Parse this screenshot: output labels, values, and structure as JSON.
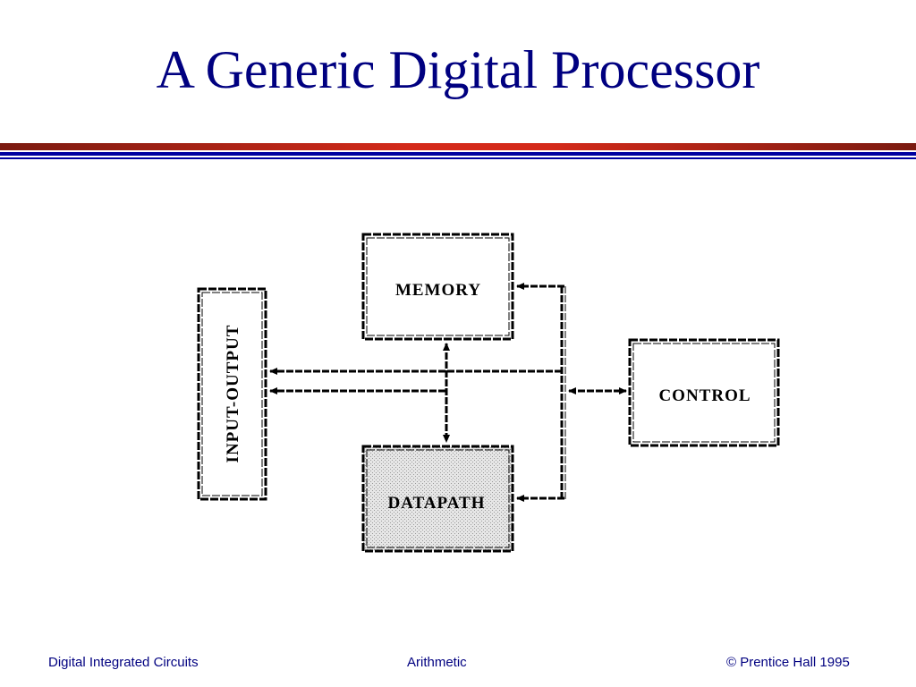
{
  "slide": {
    "title": "A Generic Digital Processor"
  },
  "diagram": {
    "blocks": {
      "memory": "MEMORY",
      "input_output": "INPUT-OUTPUT",
      "control": "CONTROL",
      "datapath": "DATAPATH"
    }
  },
  "footer": {
    "left": "Digital Integrated Circuits",
    "center": "Arithmetic",
    "right": "© Prentice Hall 1995"
  },
  "colors": {
    "title": "#000080",
    "footer": "#000080",
    "rule_red": "#d42a1a",
    "rule_blue": "#0000a0",
    "datapath_fill": "#d9d9d9"
  }
}
